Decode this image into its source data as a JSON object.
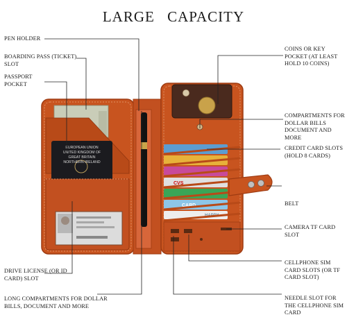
{
  "title": "LARGE   CAPACITY",
  "labels": {
    "pen_holder": "PEN HOLDER",
    "boarding_pass": "BOARDING PASS (TICKET) SLOT",
    "passport_pocket": "PASSPORT POCKET",
    "drive_license": "DRIVE LICENSE (OR ID CARD) SLOT",
    "long_compartments": "LONG COMPARTMENTS FOR DOLLAR BILLS, DOCUMENT AND MORE",
    "coins_pocket": "COINS OR KEY POCKET (AT LEAST HOLD 10 COINS)",
    "compartments_bills": "COMPARTMENTS FOR DOLLAR BILLS DOCUMENT AND MORE",
    "credit_card": "CREDIT CARD SLOTS (HOLD 8 CARDS)",
    "belt": "BELT",
    "camera_tf": "CAMERA TF CARD SLOT",
    "sim_slots": "CELLPHONE SIM CARD SLOTS (OR TF CARD SLOT)",
    "needle_slot": "NEEDLE SLOT FOR THE CELLPHONE SIM CARD"
  },
  "passport_text": {
    "line1": "EUROPEAN UNION",
    "line2": "UNITED KINGDOM OF",
    "line3": "GREAT BRITAIN",
    "line4": "NORTHERN IRELAND"
  },
  "card_text": {
    "cvs": "CVS",
    "card": "CARD",
    "happy": "HAPPY"
  },
  "colors": {
    "leather": "#c8541f",
    "leather_dark": "#9e3b12",
    "stitch": "#e8a27a",
    "passport": "#1b1b1f"
  }
}
